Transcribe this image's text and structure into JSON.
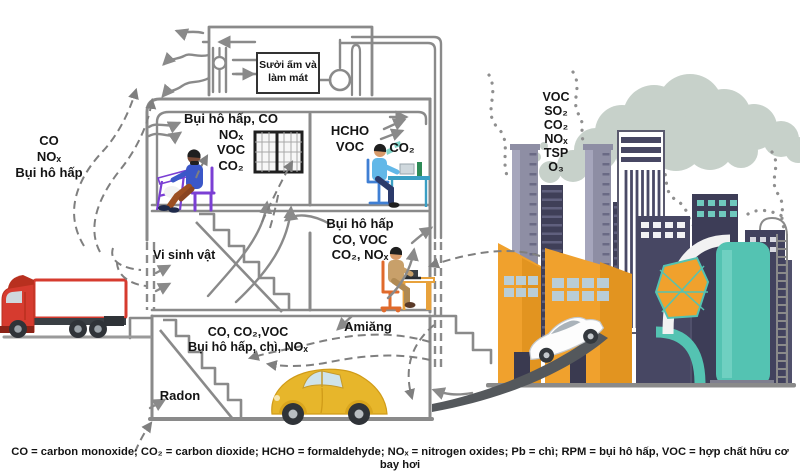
{
  "scene": {
    "hvac_unit": {
      "lines": [
        "Sưởi ấm và",
        "làm mát"
      ]
    },
    "outdoor_left": {
      "lines": [
        "CO",
        "NOₓ",
        "Bụi hô hấp"
      ]
    },
    "upstairs_room": {
      "lines": [
        "Bụi hô hấp, CO",
        "NOₓ",
        "VOC",
        "CO₂"
      ]
    },
    "office_room": {
      "lines": [
        "HCHO",
        "VOC"
      ],
      "co2": "CO₂"
    },
    "ground_floor": {
      "lines": [
        "Bụi hô hấp",
        "CO, VOC",
        "CO₂, NOₓ"
      ],
      "microbes": "Vi sinh vật"
    },
    "basement": {
      "lines": [
        "CO, CO₂,VOC",
        "Bụi hô hấp, chì, NOₓ"
      ],
      "asbestos": "Amiăng",
      "radon": "Radon"
    },
    "factory": {
      "lines": [
        "VOC",
        "SO₂",
        "CO₂",
        "NOₓ",
        "TSP",
        "O₃"
      ]
    },
    "legend": "CO = carbon monoxide; CO₂ = carbon dioxide; HCHO = formaldehyde; NOₓ = nitrogen oxides; Pb = chì; RPM = bụi hô hấp, VOC = hợp chất hữu cơ bay hơi"
  },
  "colors": {
    "truck_red": "#d63b2f",
    "beetle_yellow": "#e7b62b",
    "factory_orange": "#f0a12d",
    "building_navy": "#474763",
    "tank_teal": "#54c3b2",
    "smoke_gray": "#c7d1ca",
    "outline_gray": "#8a8a8a",
    "text_black": "#141414"
  }
}
